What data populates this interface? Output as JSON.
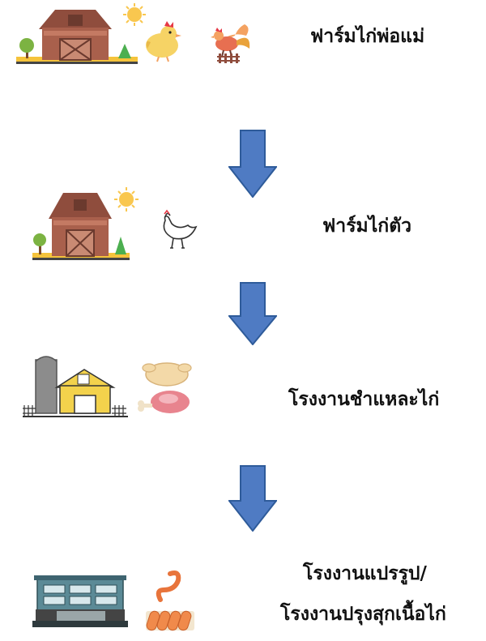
{
  "stages": [
    {
      "label": "ฟาร์มไก่พ่อแม่"
    },
    {
      "label": "ฟาร์มไก่ตัว"
    },
    {
      "label": "โรงงานชำแหละไก่"
    },
    {
      "label_line1": "โรงงานแปรรูป/",
      "label_line2": "โรงงานปรุงสุกเนื้อไก่"
    }
  ],
  "colors": {
    "arrow_fill": "#4f7bc3",
    "arrow_stroke": "#2e5b9a",
    "barn_red": "#a9604c",
    "barn_roof": "#8f4d3d",
    "sun": "#f9c74f",
    "grass": "#f5c33b",
    "factory_teal": "#5b8a96",
    "plant_yellow": "#f3d24c",
    "silo_gray": "#8c8c8c"
  }
}
